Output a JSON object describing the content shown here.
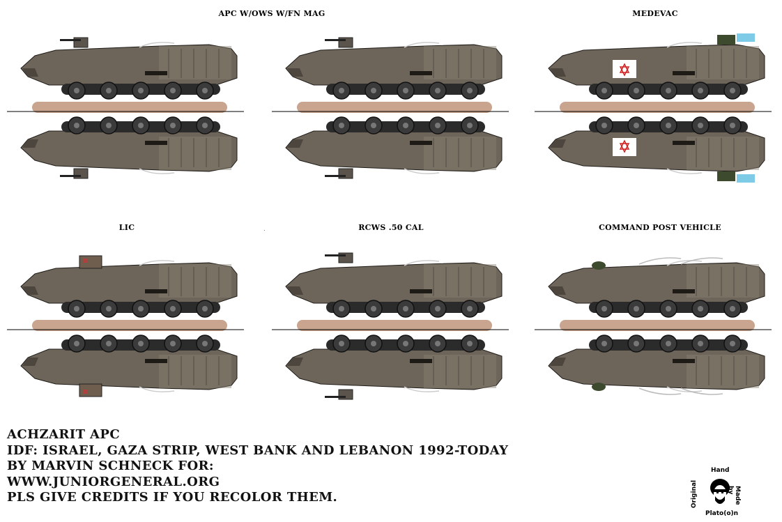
{
  "labels": {
    "apc": "APC W/OWS  W/FN MAG",
    "medevac": "MEDEVAC",
    "lic": "LIC",
    "rcws": "RCWS .50 CAL",
    "cpv": "COMMAND POST VEHICLE"
  },
  "footer": {
    "line1": "ACHZARIT APC",
    "line2": "IDF: ISRAEL, GAZA STRIP, WEST BANK AND LEBANON 1992-TODAY",
    "line3": "BY MARVIN SCHNECK FOR:",
    "line4": "WWW.JUNIORGENERAL.ORG",
    "line5": "PLS GIVE CREDITS IF YOU RECOLOR THEM."
  },
  "badge": {
    "hand": "Hand",
    "original": "Original",
    "made_by": "Made by",
    "author": "Plato(o)n"
  },
  "colors": {
    "hull": "#6e655a",
    "hull_dark": "#4d463e",
    "hull_light": "#8a8173",
    "track": "#2b2b2b",
    "base": "#c9a48e",
    "medevac_flag": "#ffffff",
    "star": "#d02020"
  }
}
